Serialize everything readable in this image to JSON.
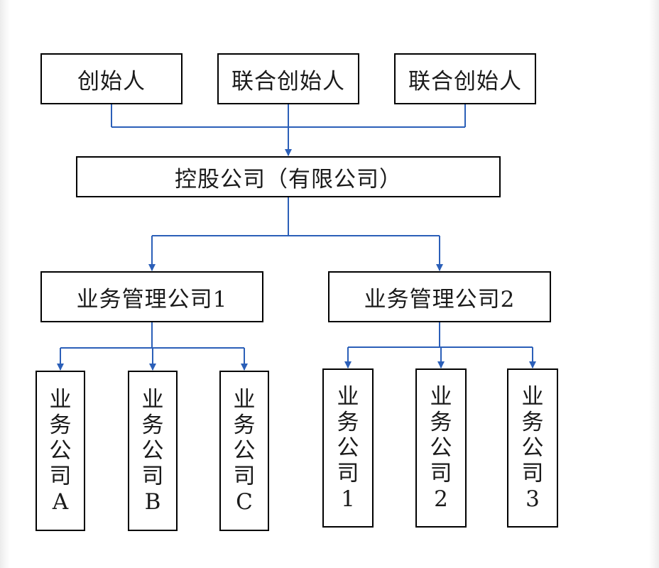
{
  "diagram": {
    "line_color": "#2b5fb8",
    "box_border_color": "#000000",
    "founders": [
      {
        "id": "founder",
        "label": "创始人"
      },
      {
        "id": "cofounder-1",
        "label": "联合创始人"
      },
      {
        "id": "cofounder-2",
        "label": "联合创始人"
      }
    ],
    "holding_company": {
      "id": "holding",
      "label": "控股公司（有限公司）"
    },
    "management_companies": [
      {
        "id": "mgmt-1",
        "label": "业务管理公司1"
      },
      {
        "id": "mgmt-2",
        "label": "业务管理公司2"
      }
    ],
    "business_companies": [
      {
        "id": "biz-a",
        "label": "业务公司A",
        "parent": "mgmt-1"
      },
      {
        "id": "biz-b",
        "label": "业务公司B",
        "parent": "mgmt-1"
      },
      {
        "id": "biz-c",
        "label": "业务公司C",
        "parent": "mgmt-1"
      },
      {
        "id": "biz-1",
        "label": "业务公司1",
        "parent": "mgmt-2"
      },
      {
        "id": "biz-2",
        "label": "业务公司2",
        "parent": "mgmt-2"
      },
      {
        "id": "biz-3",
        "label": "业务公司3",
        "parent": "mgmt-2"
      }
    ],
    "edges": [
      {
        "from": "founder",
        "to": "holding"
      },
      {
        "from": "cofounder-1",
        "to": "holding"
      },
      {
        "from": "cofounder-2",
        "to": "holding"
      },
      {
        "from": "holding",
        "to": "mgmt-1"
      },
      {
        "from": "holding",
        "to": "mgmt-2"
      },
      {
        "from": "mgmt-1",
        "to": "biz-a"
      },
      {
        "from": "mgmt-1",
        "to": "biz-b"
      },
      {
        "from": "mgmt-1",
        "to": "biz-c"
      },
      {
        "from": "mgmt-2",
        "to": "biz-1"
      },
      {
        "from": "mgmt-2",
        "to": "biz-2"
      },
      {
        "from": "mgmt-2",
        "to": "biz-3"
      }
    ]
  }
}
